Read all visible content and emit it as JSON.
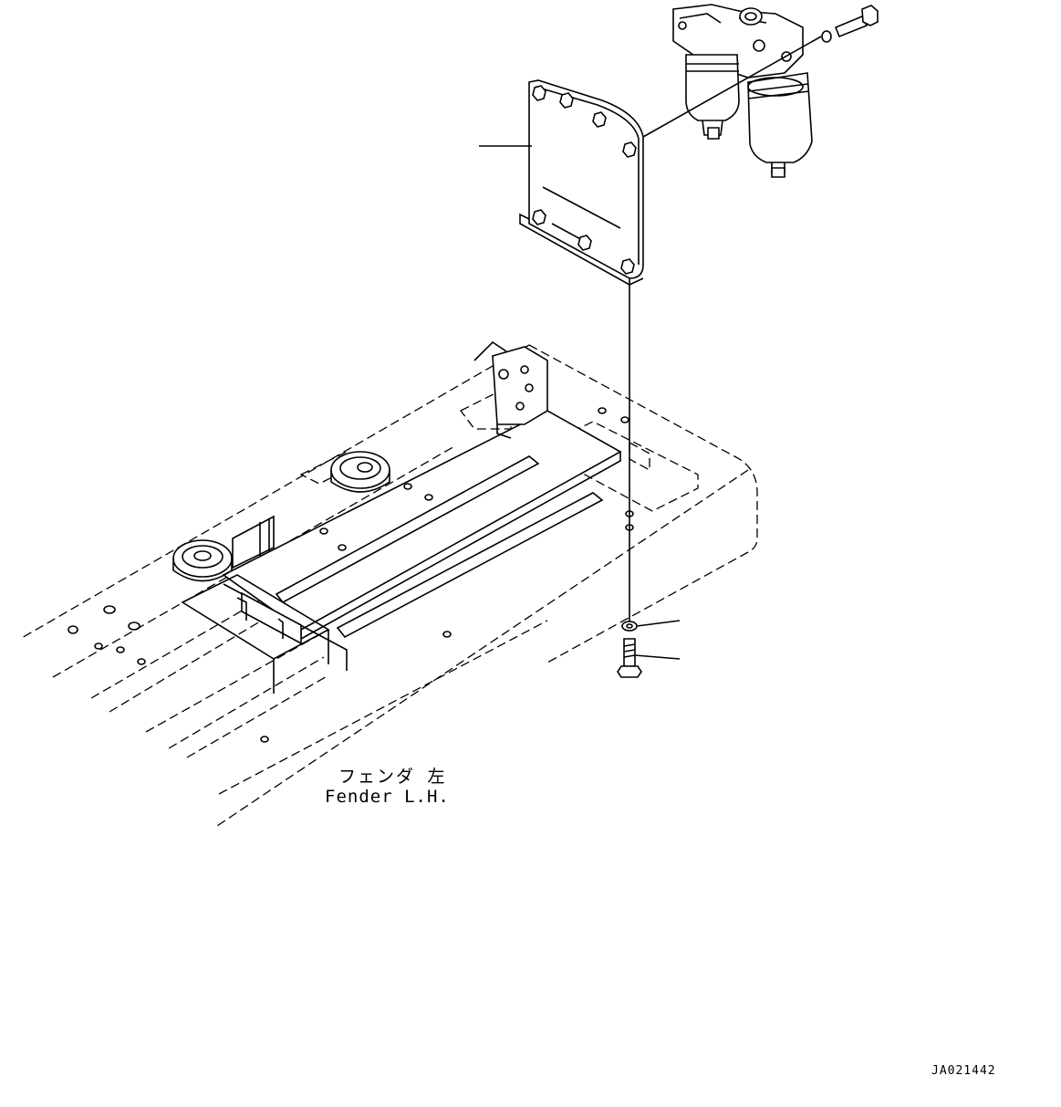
{
  "labels": {
    "fender_jp": "フェンダ 左",
    "fender_en": "Fender L.H.",
    "drawing_code": "JA021442"
  },
  "parts": {
    "leader_count": 3
  }
}
